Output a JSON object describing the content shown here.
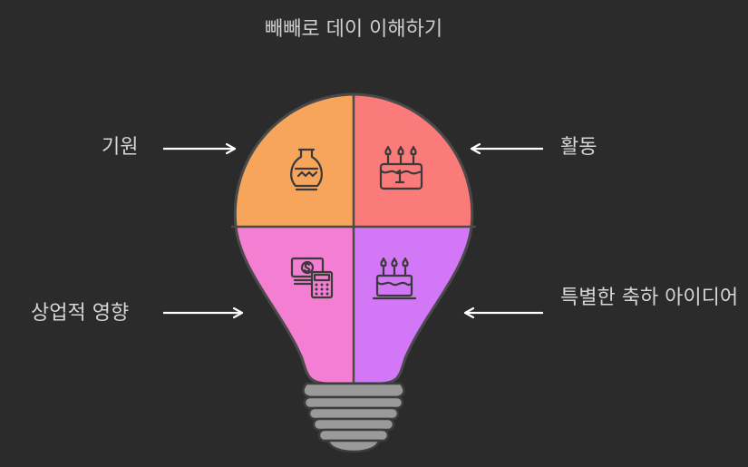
{
  "title": "빼빼로 데이 이해하기",
  "quadrants": [
    {
      "label": "기원",
      "icon": "vase-icon",
      "color": "#f8a55c"
    },
    {
      "label": "활동",
      "icon": "birthday-cake-one-icon",
      "color": "#fb7a7a"
    },
    {
      "label": "상업적 영향",
      "icon": "money-calculator-icon",
      "color": "#f47fd2"
    },
    {
      "label": "특별한 축하 아이디어",
      "icon": "cake-candles-icon",
      "color": "#d277f6"
    }
  ],
  "colors": {
    "background": "#2b2b2b",
    "outline": "#4a4a4a",
    "base": "#9a9a9a",
    "text": "#d6d6d6"
  }
}
